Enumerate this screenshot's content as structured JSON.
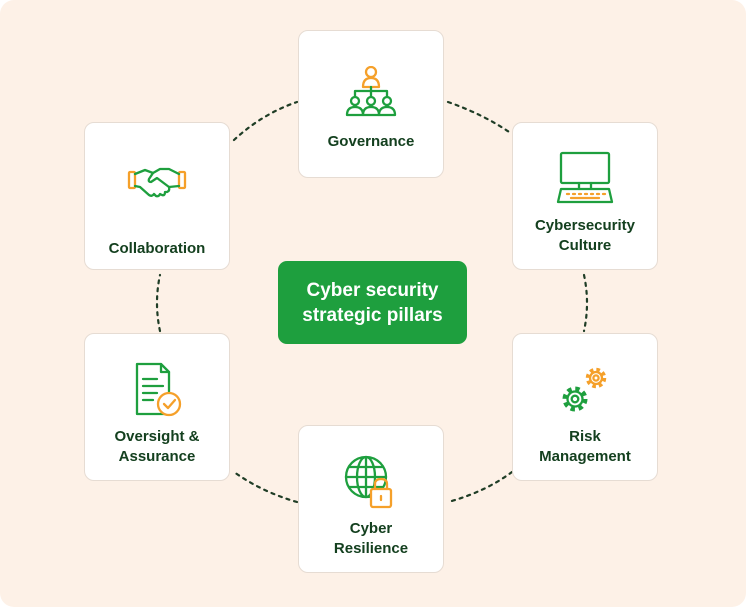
{
  "diagram": {
    "center_label": "Cyber security\nstrategic pillars",
    "pillars": [
      {
        "label": "Governance",
        "icon": "org-hierarchy-icon"
      },
      {
        "label": "Cybersecurity\nCulture",
        "icon": "computer-keyboard-icon"
      },
      {
        "label": "Risk\nManagement",
        "icon": "gears-icon"
      },
      {
        "label": "Cyber\nResilience",
        "icon": "globe-lock-icon"
      },
      {
        "label": "Oversight &\nAssurance",
        "icon": "document-check-icon"
      },
      {
        "label": "Collaboration",
        "icon": "handshake-icon"
      }
    ]
  },
  "colors": {
    "background": "#fdf1e7",
    "accent_green": "#1e9f3e",
    "accent_orange": "#f5a02a",
    "text_dark_green": "#14401f"
  }
}
